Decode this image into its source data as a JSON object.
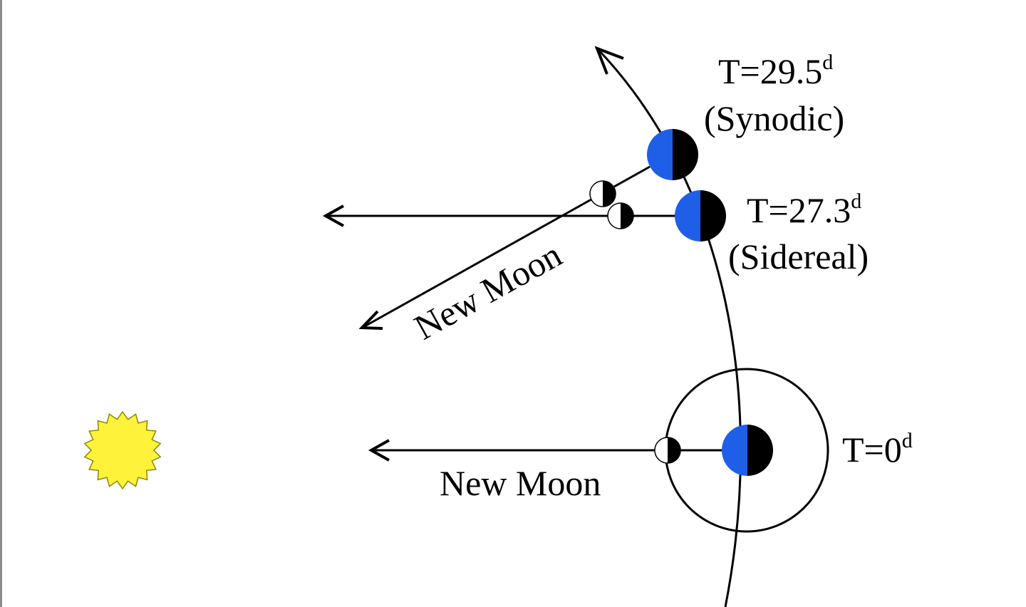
{
  "colors": {
    "background": "#ffffff",
    "line": "#000000",
    "earth_day": "#1f5fe8",
    "earth_night": "#000000",
    "moon_day": "#ffffff",
    "moon_night": "#000000",
    "sun_fill": "#fff23a",
    "sun_stroke": "#8a8a00",
    "frame_edge": "#8c8c8c"
  },
  "icons": {
    "sun": "sun-icon",
    "earth": "earth-icon",
    "moon": "moon-icon",
    "arrow": "arrow-head"
  },
  "positions": {
    "start": {
      "time_value": "T=0",
      "time_unit": "d",
      "caption": ""
    },
    "sidereal": {
      "time_value": "T=27.3",
      "time_unit": "d",
      "caption": "(Sidereal)"
    },
    "synodic": {
      "time_value": "T=29.5",
      "time_unit": "d",
      "caption": "(Synodic)"
    }
  },
  "labels": {
    "new_moon_start": "New Moon",
    "new_moon_synodic": "New Moon"
  }
}
